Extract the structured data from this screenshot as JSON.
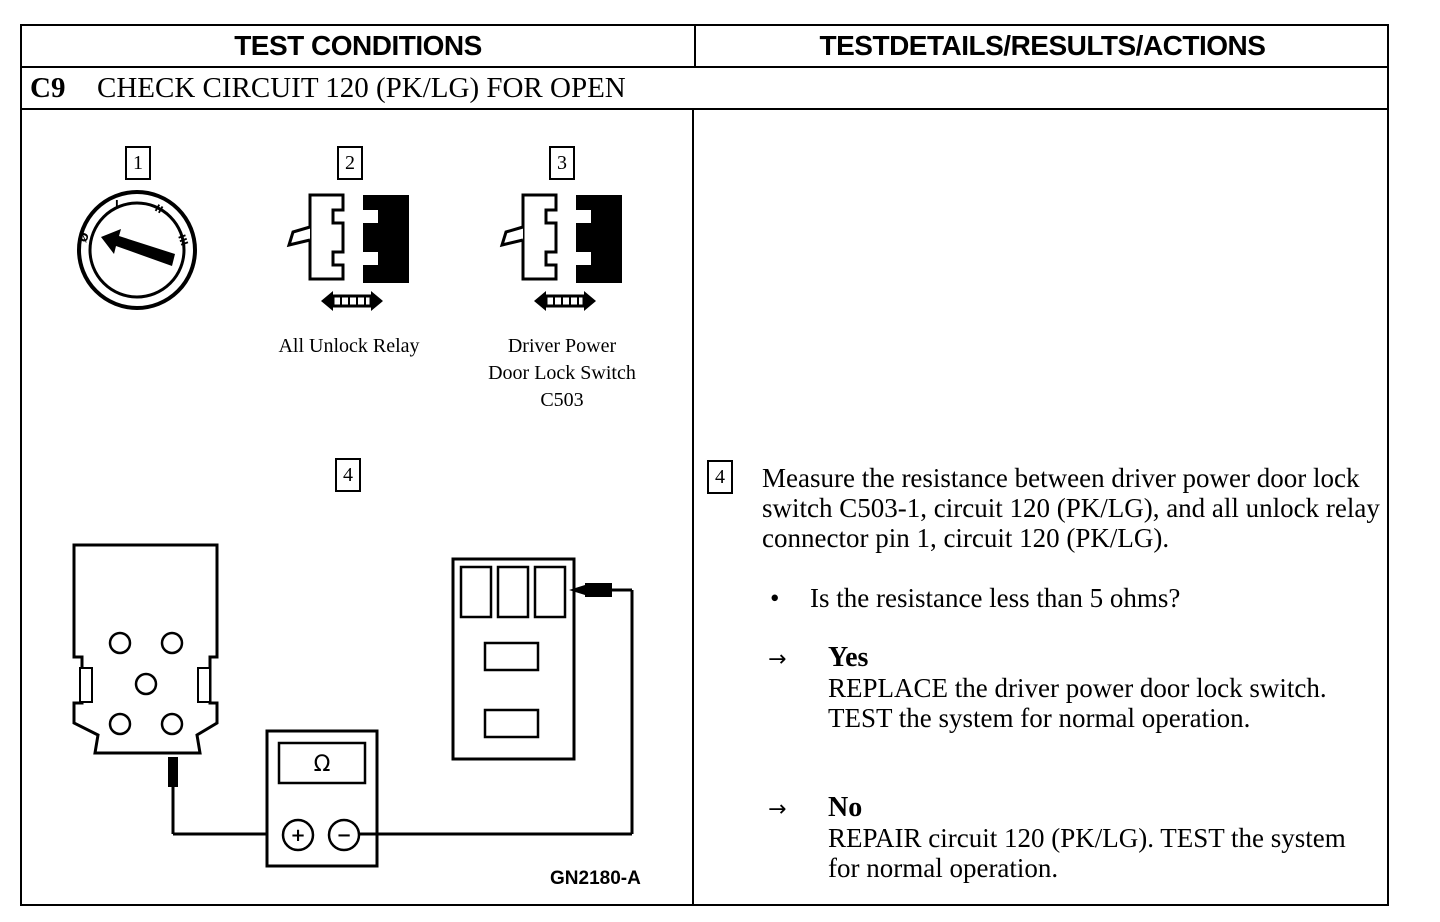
{
  "header": {
    "left": "TEST CONDITIONS",
    "right": "TESTDETAILS/RESULTS/ACTIONS"
  },
  "step": {
    "id": "C9",
    "title": "CHECK CIRCUIT 120 (PK/LG) FOR OPEN"
  },
  "figure": {
    "steps": [
      "1",
      "2",
      "3",
      "4"
    ],
    "captions": {
      "relay": "All Unlock Relay",
      "switch_line1": "Driver Power",
      "switch_line2": "Door Lock Switch",
      "switch_line3": "C503"
    },
    "meter_symbol": "Ω",
    "plus": "+",
    "minus": "−",
    "figure_id": "GN2180-A"
  },
  "details": {
    "step_number": "4",
    "instruction": "Measure the resistance between driver power door lock switch C503-1, circuit 120 (PK/LG), and all unlock relay connector pin 1, circuit 120 (PK/LG).",
    "bullet": "•",
    "question": "Is the resistance less than 5 ohms?",
    "arrow": "→",
    "yes_label": "Yes",
    "yes_action": "REPLACE the driver power door lock switch. TEST the system for normal operation.",
    "no_label": "No",
    "no_action": "REPAIR circuit 120 (PK/LG). TEST the system for normal operation."
  }
}
